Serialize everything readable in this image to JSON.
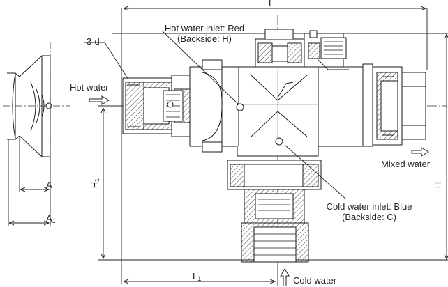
{
  "labels": {
    "hot_inlet_title": "Hot water inlet: Red",
    "hot_inlet_sub": "(Backside: H)",
    "cold_inlet_title": "Cold water inlet: Blue",
    "cold_inlet_sub": "(Backside: C)",
    "hot_water": "Hot water",
    "mixed_water": "Mixed water",
    "cold_water": "Cold water"
  },
  "dimensions": {
    "L": "L",
    "L1": "L",
    "L1_sub": "1",
    "H": "H",
    "H1": "H",
    "H1_sub": "1",
    "A": "A",
    "A1": "A",
    "A1_sub": "1",
    "thread": "3-d"
  },
  "colors": {
    "line": "#1a1a1a",
    "hatch": "#555555"
  }
}
